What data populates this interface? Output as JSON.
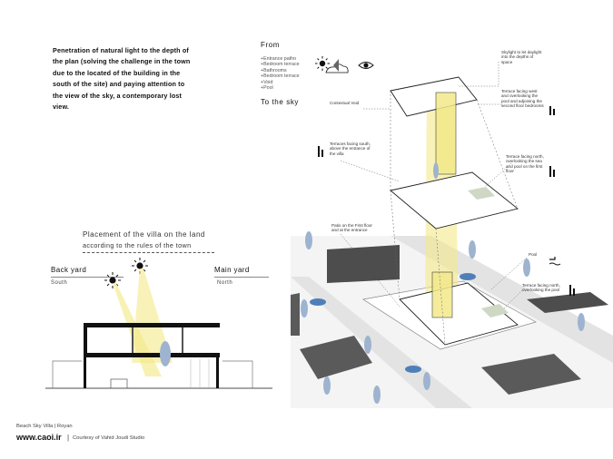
{
  "intro": {
    "lines": [
      "Penetration of natural light to the depth of",
      "the plan (solving the challenge in the town",
      "due to the located of the building in the",
      "south of the site) and paying attention to",
      "the view of the sky, a contemporary lost",
      "view."
    ]
  },
  "from": {
    "title": "From",
    "items": [
      "+Entrance patho",
      "+Bedroom terrace",
      "+Bathrooms",
      "+Bedroom terrace",
      "+Void",
      "+Pool"
    ],
    "to": "To the sky"
  },
  "placement": {
    "title": "Placement of the villa on the land",
    "subtitle": "according to the rules of the town"
  },
  "section": {
    "back_yard": "Back yard",
    "south": "South",
    "main_yard": "Main yard",
    "north": "North"
  },
  "annotations": {
    "skylight": [
      "Skylight to let daylight",
      "into the depths of",
      "space"
    ],
    "context": [
      "Contextual Void"
    ],
    "terrace_west": [
      "Terrace facing west",
      "and overlooking the",
      "pool and adjoining the",
      "second floor bedrooms"
    ],
    "terrace_south": [
      "Terraces facing south,",
      "above the entrance of",
      "the villa"
    ],
    "terrace_north_sea": [
      "Terrace facing north,",
      "overlooking the sea",
      "and pool on the first",
      "floor"
    ],
    "patio": [
      "Patio on the First floor",
      "and at the entrance"
    ],
    "pool": [
      "Pool"
    ],
    "terrace_north_pool": [
      "Terrace facing north,",
      "overlooking the pool"
    ]
  },
  "footer": {
    "project": "Beach Sky Villa | Royan",
    "site": "www.caoi.ir",
    "sep": "|",
    "credit": "Courtesy of Vahid Joudi Studio"
  },
  "colors": {
    "light": "#f3e98a",
    "building_dark": "#4d4d4d",
    "tree": "#9eb3cf",
    "car": "#4f7fb8"
  }
}
